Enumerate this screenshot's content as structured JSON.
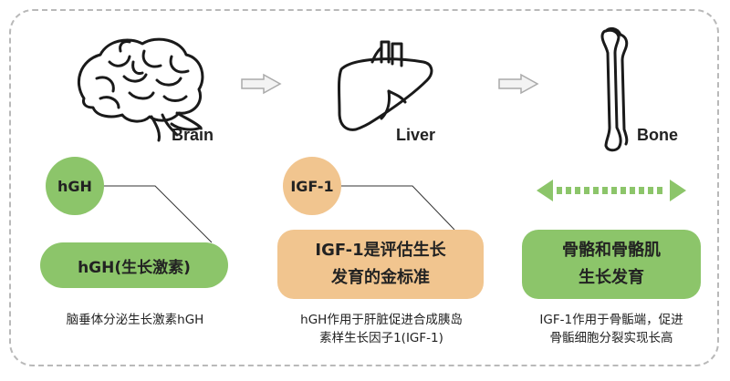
{
  "organs": {
    "brain": "Brain",
    "liver": "Liver",
    "bone": "Bone"
  },
  "circles": {
    "hgh": "hGH",
    "igf": "IGF-1"
  },
  "boxes": {
    "box1": "hGH(生长激素)",
    "box2_line1": "IGF-1是评估生长",
    "box2_line2": "发育的金标准",
    "box3_line1": "骨骼和骨骼肌",
    "box3_line2": "生长发育"
  },
  "captions": {
    "c1": "脑垂体分泌生长激素hGH",
    "c2_line1": "hGH作用于肝脏促进合成胰岛",
    "c2_line2": "素样生长因子1(IGF-1)",
    "c3_line1": "IGF-1作用于骨骺端，促进",
    "c3_line2": "骨骺细胞分裂实现长高"
  },
  "colors": {
    "green": "#8cc56a",
    "green_light": "#9ccf7c",
    "orange": "#f1c58f",
    "frame": "#b9b9b9"
  },
  "icons": [
    "brain-icon",
    "liver-icon",
    "bone-icon",
    "right-arrow-icon",
    "double-arrow-icon"
  ]
}
